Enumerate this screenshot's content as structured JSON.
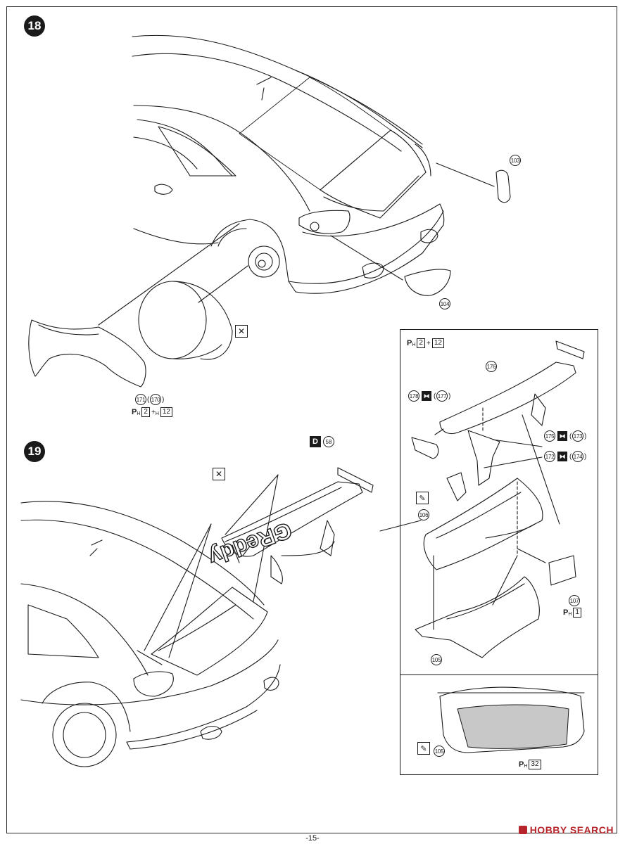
{
  "steps": {
    "step18": "18",
    "step19": "19"
  },
  "parts": {
    "p103": "103",
    "p104": "104",
    "p171": "171",
    "p170": "170",
    "p176": "176",
    "p178": "178",
    "p177": "177",
    "p175": "175",
    "p173": "173",
    "p172": "172",
    "p174": "174",
    "p106": "106",
    "p107": "107",
    "p105": "105",
    "p105b": "105",
    "p58": "58"
  },
  "paint_codes": {
    "ph_2": "2",
    "h_12": "12",
    "plus": "+",
    "inset_2": "2",
    "inset_12": "12",
    "ph_1": "1",
    "ph_32": "32",
    "decal_d": "D"
  },
  "brand_text": "GReddy",
  "watermark": "HOBBY SEARCH",
  "page_number": "-15-"
}
